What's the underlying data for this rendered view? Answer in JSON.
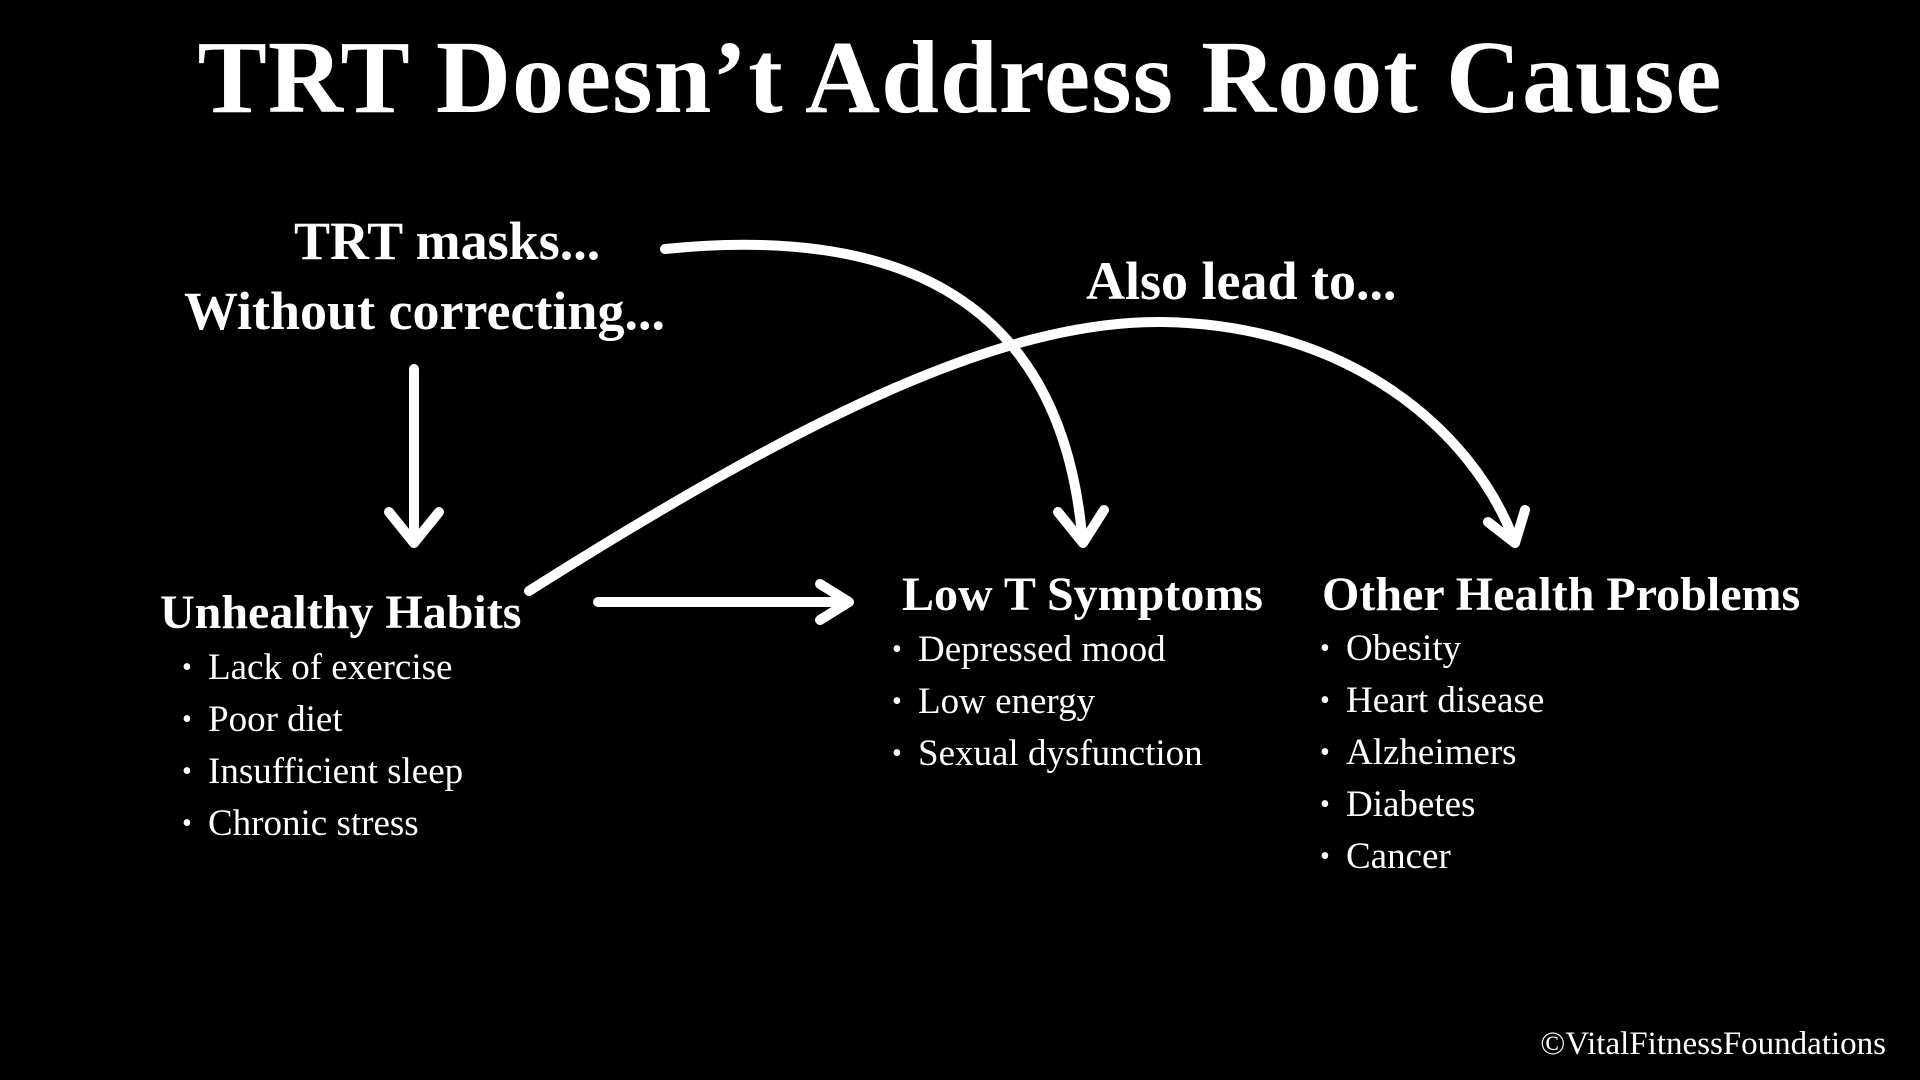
{
  "title": "TRT Doesn’t Address Root Cause",
  "labels": {
    "masks": "TRT masks...",
    "without": "Without correcting...",
    "also": "Also lead to..."
  },
  "columns": [
    {
      "heading": "Unhealthy Habits",
      "items": [
        "Lack of exercise",
        "Poor diet",
        "Insufficient sleep",
        "Chronic stress"
      ]
    },
    {
      "heading": "Low T Symptoms",
      "items": [
        "Depressed mood",
        "Low energy",
        "Sexual dysfunction"
      ]
    },
    {
      "heading": "Other Health Problems",
      "items": [
        "Obesity",
        "Heart disease",
        "Alzheimers",
        "Diabetes",
        "Cancer"
      ]
    }
  ],
  "copyright": "©VitalFitnessFoundations",
  "colors": {
    "background": "#000000",
    "foreground": "#ffffff"
  }
}
